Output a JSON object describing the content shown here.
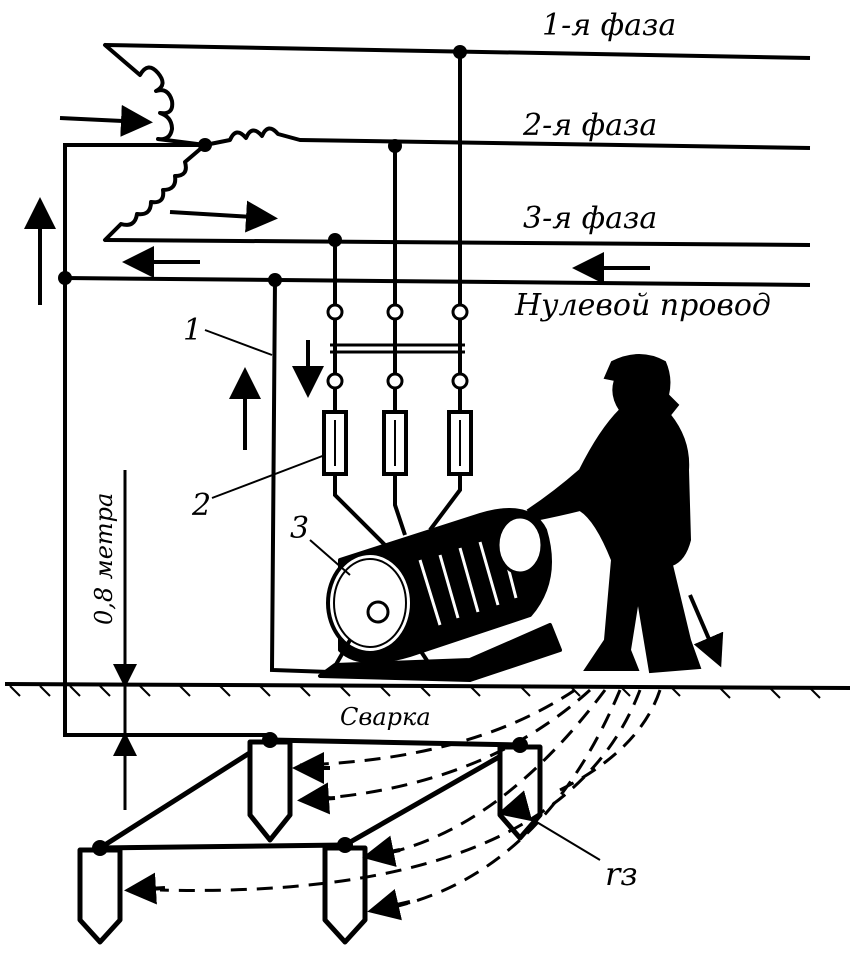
{
  "labels": {
    "phase1": "1-я фаза",
    "phase2": "2-я фаза",
    "phase3": "3-я фаза",
    "neutral": "Нулевой провод",
    "callout1": "1",
    "callout2": "2",
    "callout3": "3",
    "depth": "0,8 метра",
    "welding": "Сварка",
    "rz": "rз"
  },
  "colors": {
    "ink": "#000000",
    "background": "#ffffff"
  }
}
